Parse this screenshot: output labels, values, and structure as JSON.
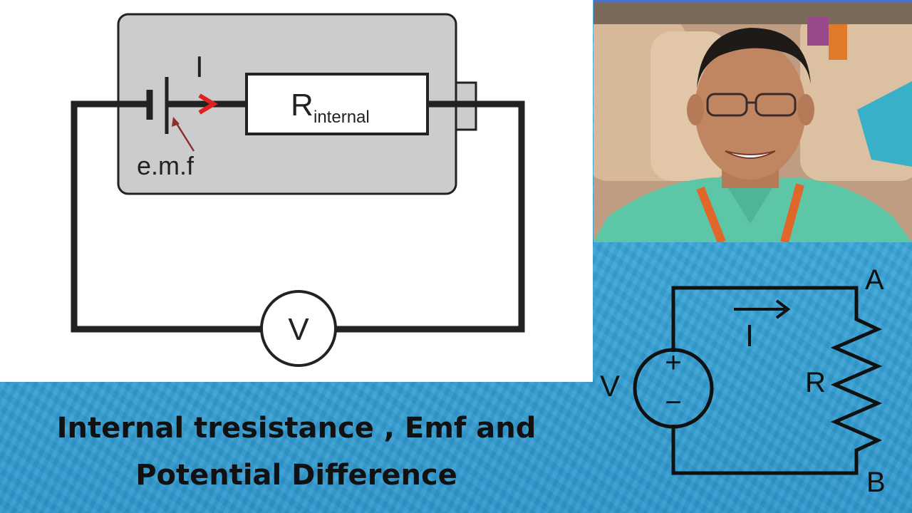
{
  "left_diagram": {
    "current_label": "I",
    "resistor_main": "R",
    "resistor_sub": "internal",
    "emf_label": "e.m.f",
    "voltmeter_label": "V"
  },
  "right_diagram": {
    "source_label": "V",
    "plus": "+",
    "minus": "−",
    "current_label": "I",
    "resistor_label": "R",
    "node_a": "A",
    "node_b": "B"
  },
  "title": {
    "line1": "Internal tresistance , Emf and",
    "line2": "Potential Difference"
  },
  "colors": {
    "background_blue": "#3aa6d8",
    "box_gray": "#cccccc",
    "arrow_red": "#e02020",
    "emf_arrow": "#8b2e2e"
  }
}
